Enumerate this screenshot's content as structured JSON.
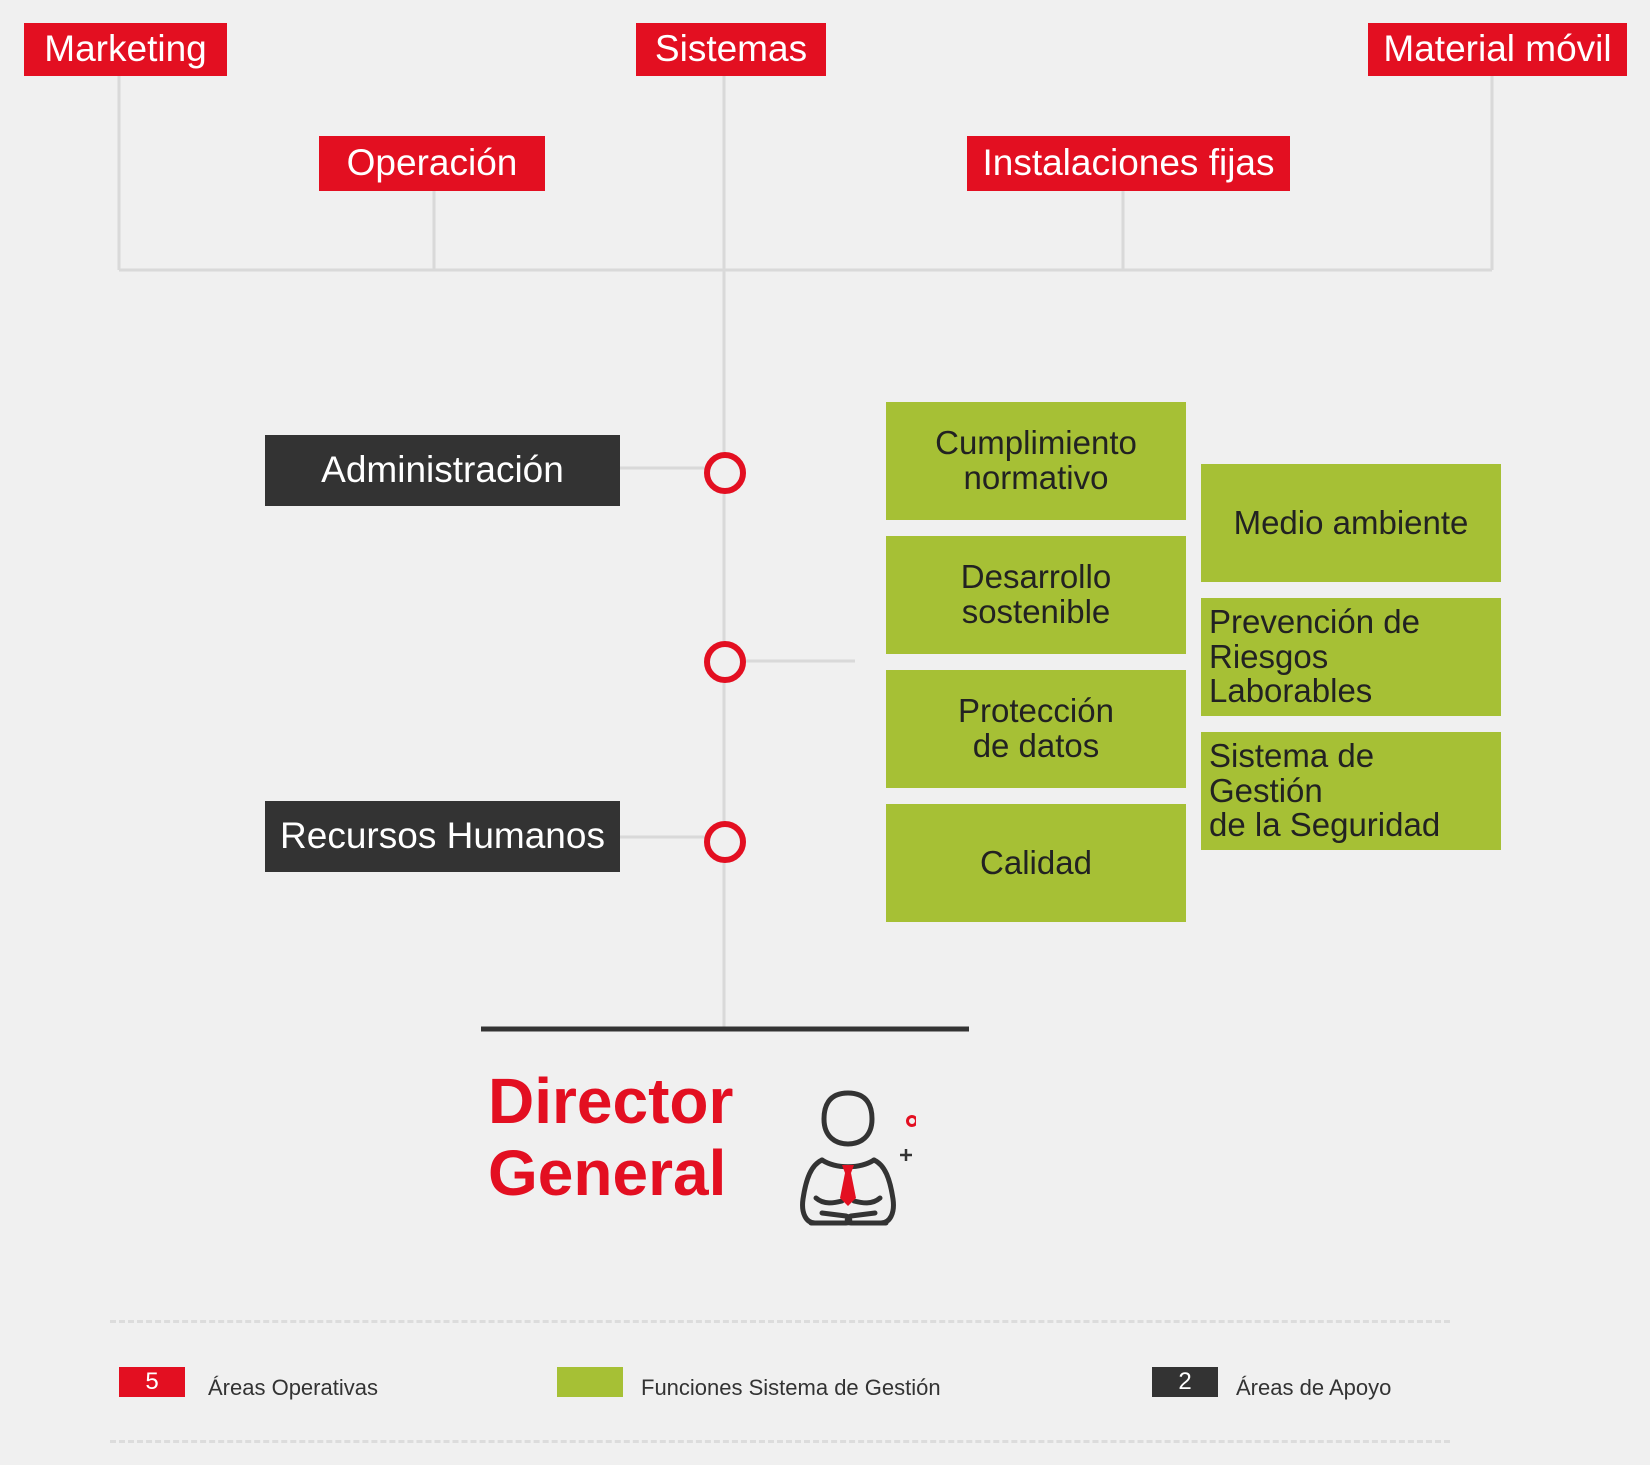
{
  "operative_areas": {
    "marketing": "Marketing",
    "sistemas": "Sistemas",
    "material_movil": "Material móvil",
    "operacion": "Operación",
    "instalaciones_fijas": "Instalaciones fijas"
  },
  "support_areas": {
    "administracion": "Administración",
    "recursos_humanos": "Recursos Humanos"
  },
  "management_functions": {
    "cumplimiento": [
      "Cumplimiento",
      "normativo"
    ],
    "desarrollo": [
      "Desarrollo",
      "sostenible"
    ],
    "proteccion": [
      "Protección",
      "de datos"
    ],
    "calidad": "Calidad",
    "medio_ambiente": "Medio ambiente",
    "prevencion": [
      "Prevención de",
      "Riesgos Laborables"
    ],
    "sistema_gestion": [
      "Sistema de Gestión",
      "de la Seguridad"
    ]
  },
  "director": {
    "line1": "Director",
    "line2": "General",
    "icon": "businessman-icon"
  },
  "legend": {
    "operativas_count": "5",
    "operativas_label": "Áreas Operativas",
    "funciones_label": "Funciones Sistema de Gestión",
    "apoyo_count": "2",
    "apoyo_label": "Áreas de Apoyo"
  },
  "colors": {
    "red": "#e30f21",
    "green": "#a6c035",
    "dark": "#333333",
    "background": "#f0f0f0",
    "connector": "#d9d9d9"
  }
}
